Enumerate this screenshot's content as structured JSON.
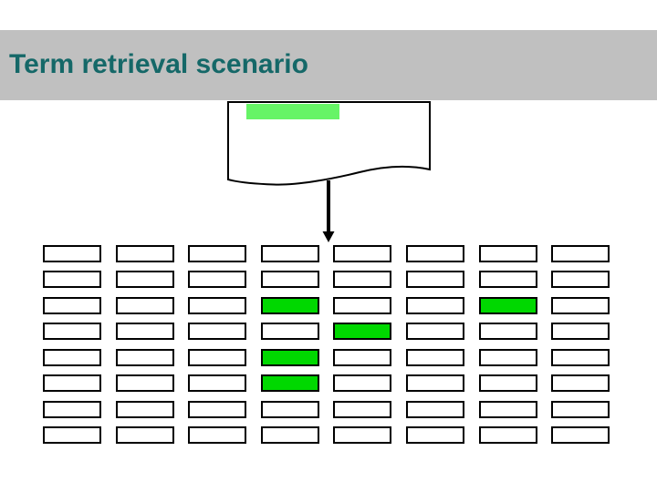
{
  "slide": {
    "title": "Term retrieval scenario"
  },
  "colors": {
    "band_gray": "#C0C0C0",
    "title_teal": "#156868",
    "shape_outline": "#000000",
    "document_fill": "#FFFFFF",
    "query_highlight_green": "#66F466",
    "match_green": "#00D800",
    "arrow_black": "#000000"
  },
  "grid": {
    "rows": 8,
    "cols": 8,
    "highlighted_cells": [
      {
        "row": 3,
        "col": 4
      },
      {
        "row": 3,
        "col": 7
      },
      {
        "row": 4,
        "col": 5
      },
      {
        "row": 5,
        "col": 4
      },
      {
        "row": 6,
        "col": 4
      }
    ]
  }
}
